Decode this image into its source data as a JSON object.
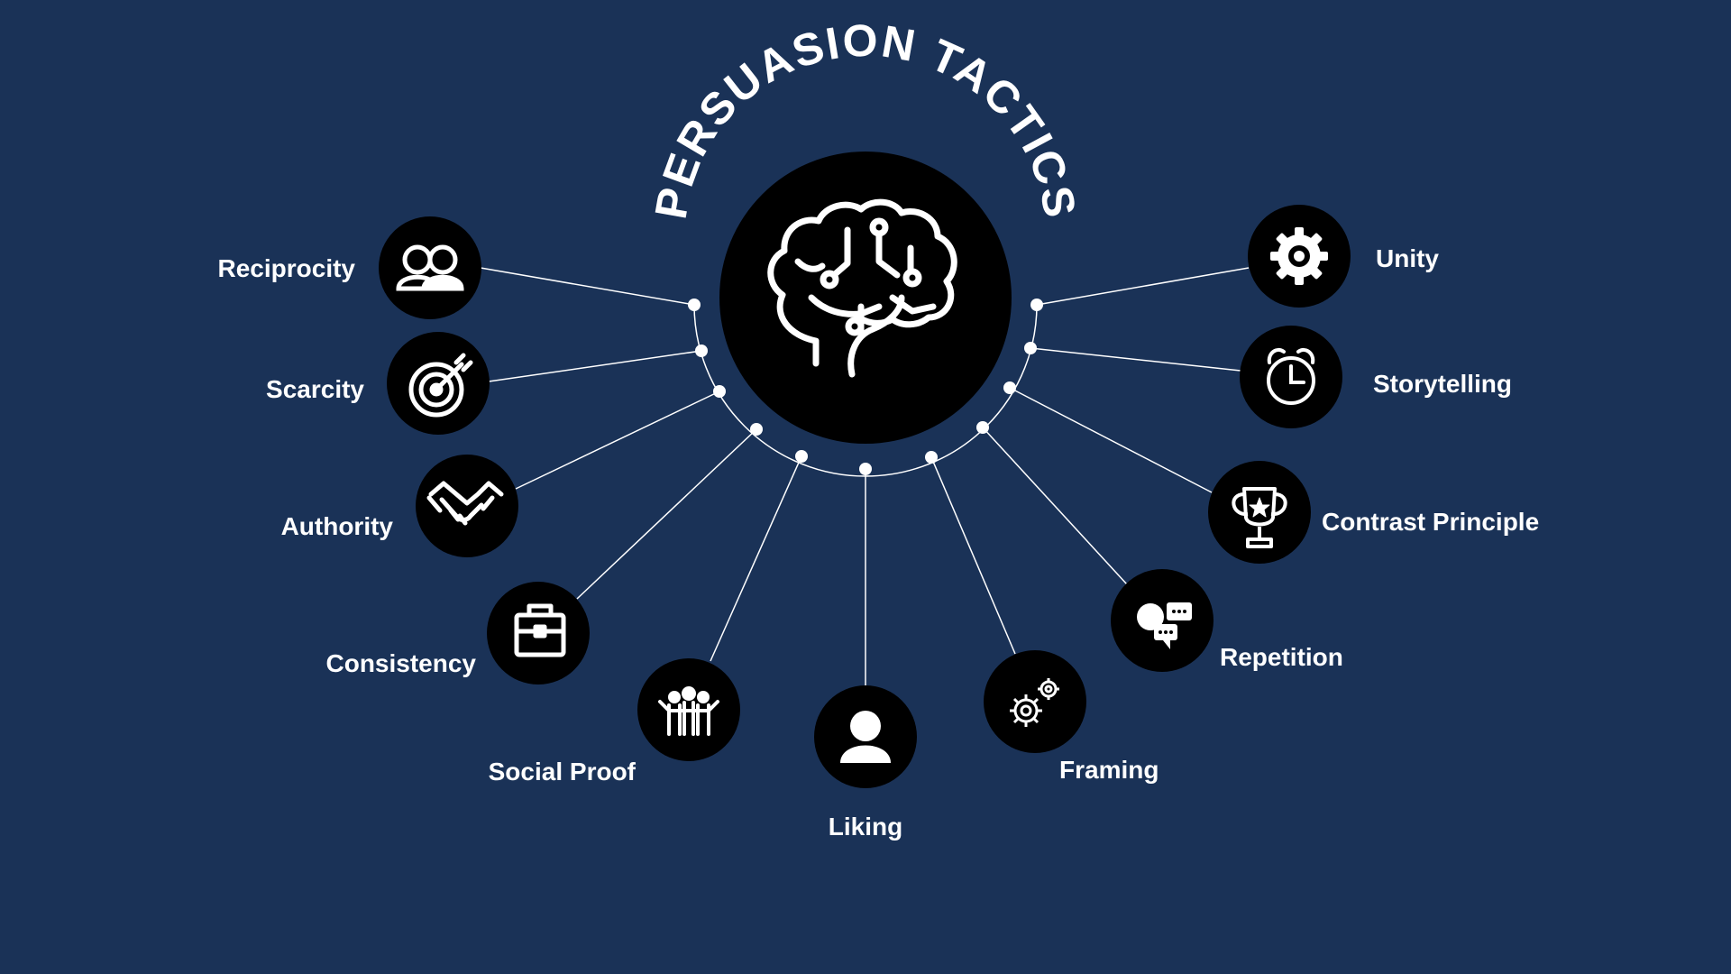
{
  "title": "PERSUASION TACTICS",
  "colors": {
    "background": "#1a3257",
    "node": "#000000",
    "foreground": "#ffffff"
  },
  "center": {
    "icon": "brain-circuit-icon"
  },
  "tactics": [
    {
      "label": "Reciprocity",
      "icon": "two-people-icon"
    },
    {
      "label": "Scarcity",
      "icon": "target-arrow-icon"
    },
    {
      "label": "Authority",
      "icon": "handshake-icon"
    },
    {
      "label": "Consistency",
      "icon": "briefcase-icon"
    },
    {
      "label": "Social Proof",
      "icon": "group-hug-icon"
    },
    {
      "label": "Liking",
      "icon": "person-icon"
    },
    {
      "label": "Framing",
      "icon": "gears-icon"
    },
    {
      "label": "Repetition",
      "icon": "chat-bubbles-icon"
    },
    {
      "label": "Contrast Principle",
      "icon": "trophy-icon"
    },
    {
      "label": "Storytelling",
      "icon": "alarm-clock-icon"
    },
    {
      "label": "Unity",
      "icon": "gear-icon"
    }
  ]
}
